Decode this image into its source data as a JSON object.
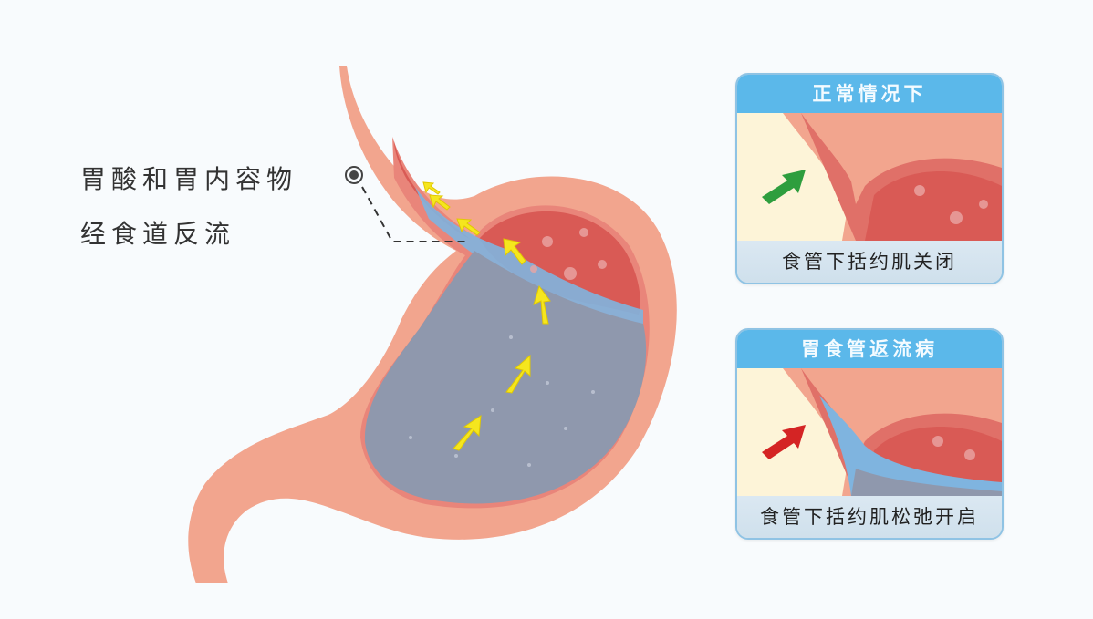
{
  "main_label": {
    "line1": "胃酸和胃内容物",
    "line2": "经食道反流"
  },
  "cards": [
    {
      "title": "正常情况下",
      "caption": "食管下括约肌关闭",
      "arrow_color": "#2e9e3e",
      "state": "normal"
    },
    {
      "title": "胃食管返流病",
      "caption": "食管下括约肌松弛开启",
      "arrow_color": "#d42424",
      "state": "reflux"
    }
  ],
  "colors": {
    "background": "#f8fbfd",
    "stomach_wall": "#f2a58e",
    "stomach_inner": "#d95a55",
    "gastric_fluid": "#8f98ad",
    "acid_layer": "#7fb4df",
    "reflux_arrows": "#f5e61e",
    "card_header": "#5bb8ea"
  }
}
